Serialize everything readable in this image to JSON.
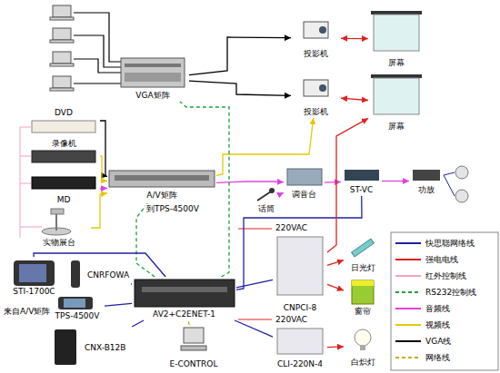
{
  "diagram": {
    "nodes": [
      {
        "text": [
          "VGA矩阵"
        ]
      },
      {
        "text": [
          "投影机"
        ]
      },
      {
        "text": [
          "屏幕"
        ]
      },
      {
        "text": [
          "投影机"
        ]
      },
      {
        "text": [
          "屏幕"
        ]
      },
      {
        "text": [
          "DVD"
        ]
      },
      {
        "text": [
          "录像机"
        ]
      },
      {
        "text": [
          "MD"
        ]
      },
      {
        "text": [
          "实物展台"
        ]
      },
      {
        "text": [
          "A/V矩阵"
        ]
      },
      {
        "text": [
          "话筒"
        ]
      },
      {
        "text": [
          "调音台"
        ]
      },
      {
        "text": [
          "ST-VC"
        ]
      },
      {
        "text": [
          "功放"
        ]
      },
      {
        "text": [
          "STI-1700C"
        ]
      },
      {
        "text": [
          "CNRFOWA"
        ]
      },
      {
        "text": [
          "TPS-4500V"
        ]
      },
      {
        "text": [
          "CNX-B12B"
        ]
      },
      {
        "text": [
          "AV2+C2ENET-1"
        ]
      },
      {
        "text": [
          "E-CONTROL"
        ]
      },
      {
        "text": [
          "CNPCI-8"
        ]
      },
      {
        "text": [
          "CLI-220N-4"
        ]
      },
      {
        "text": [
          "日光灯"
        ]
      },
      {
        "text": [
          "窗帘"
        ]
      },
      {
        "text": [
          "白炽灯"
        ]
      }
    ],
    "edges": [
      {
        "from": 0,
        "to": 1,
        "arrow": "to"
      },
      {
        "from": 0,
        "to": 3,
        "arrow": "to"
      },
      {
        "from": 1,
        "to": 2,
        "arrow": "both"
      },
      {
        "from": 3,
        "to": 4,
        "arrow": "both"
      },
      {
        "from": 5,
        "to": 9,
        "arrow": "to"
      },
      {
        "from": 6,
        "to": 9,
        "arrow": "to"
      },
      {
        "from": 7,
        "to": 9,
        "arrow": "to"
      },
      {
        "from": 8,
        "to": 9,
        "arrow": "to"
      },
      {
        "from": 9,
        "to": 3,
        "arrow": "to"
      },
      {
        "from": 9,
        "to": 11,
        "arrow": "to"
      },
      {
        "from": 10,
        "to": 11,
        "arrow": "to"
      },
      {
        "from": 11,
        "to": 12,
        "arrow": "to"
      },
      {
        "from": 12,
        "to": 13,
        "arrow": "to"
      },
      {
        "from": 18,
        "to": 12,
        "arrow": "none"
      },
      {
        "from": 18,
        "to": 20,
        "arrow": "none"
      },
      {
        "from": 18,
        "to": 21,
        "arrow": "none"
      },
      {
        "from": 18,
        "to": 0,
        "arrow": "none"
      },
      {
        "from": 18,
        "to": 9,
        "arrow": "none"
      },
      {
        "from": 14,
        "to": 18,
        "arrow": "none"
      },
      {
        "from": 15,
        "to": 18,
        "arrow": "none"
      },
      {
        "from": 16,
        "to": 18,
        "arrow": "none"
      },
      {
        "from": 17,
        "to": 18,
        "arrow": "none"
      },
      {
        "from": 19,
        "to": 18,
        "arrow": "none"
      },
      {
        "from": 20,
        "to": 22,
        "arrow": "to"
      },
      {
        "from": 20,
        "to": 23,
        "arrow": "to"
      },
      {
        "from": 21,
        "to": 24,
        "arrow": "to"
      },
      {
        "from": 20,
        "to": 4,
        "arrow": "to"
      }
    ],
    "labels": [
      "到TPS-4500V",
      "来自A/V矩阵",
      "220VAC",
      "220VAC"
    ],
    "legend": [
      {
        "text": "快思聪网络线",
        "color": "#2020a0"
      },
      {
        "text": "强电电线",
        "color": "#e02020"
      },
      {
        "text": "红外控制线",
        "color": "#f4a0c0"
      },
      {
        "text": "RS232控制线",
        "color": "#20a040"
      },
      {
        "text": "音频线",
        "color": "#e040e0"
      },
      {
        "text": "视频线",
        "color": "#e8c800"
      },
      {
        "text": "VGA线",
        "color": "#000000"
      },
      {
        "text": "网络线",
        "color": "#c8b000"
      }
    ]
  }
}
